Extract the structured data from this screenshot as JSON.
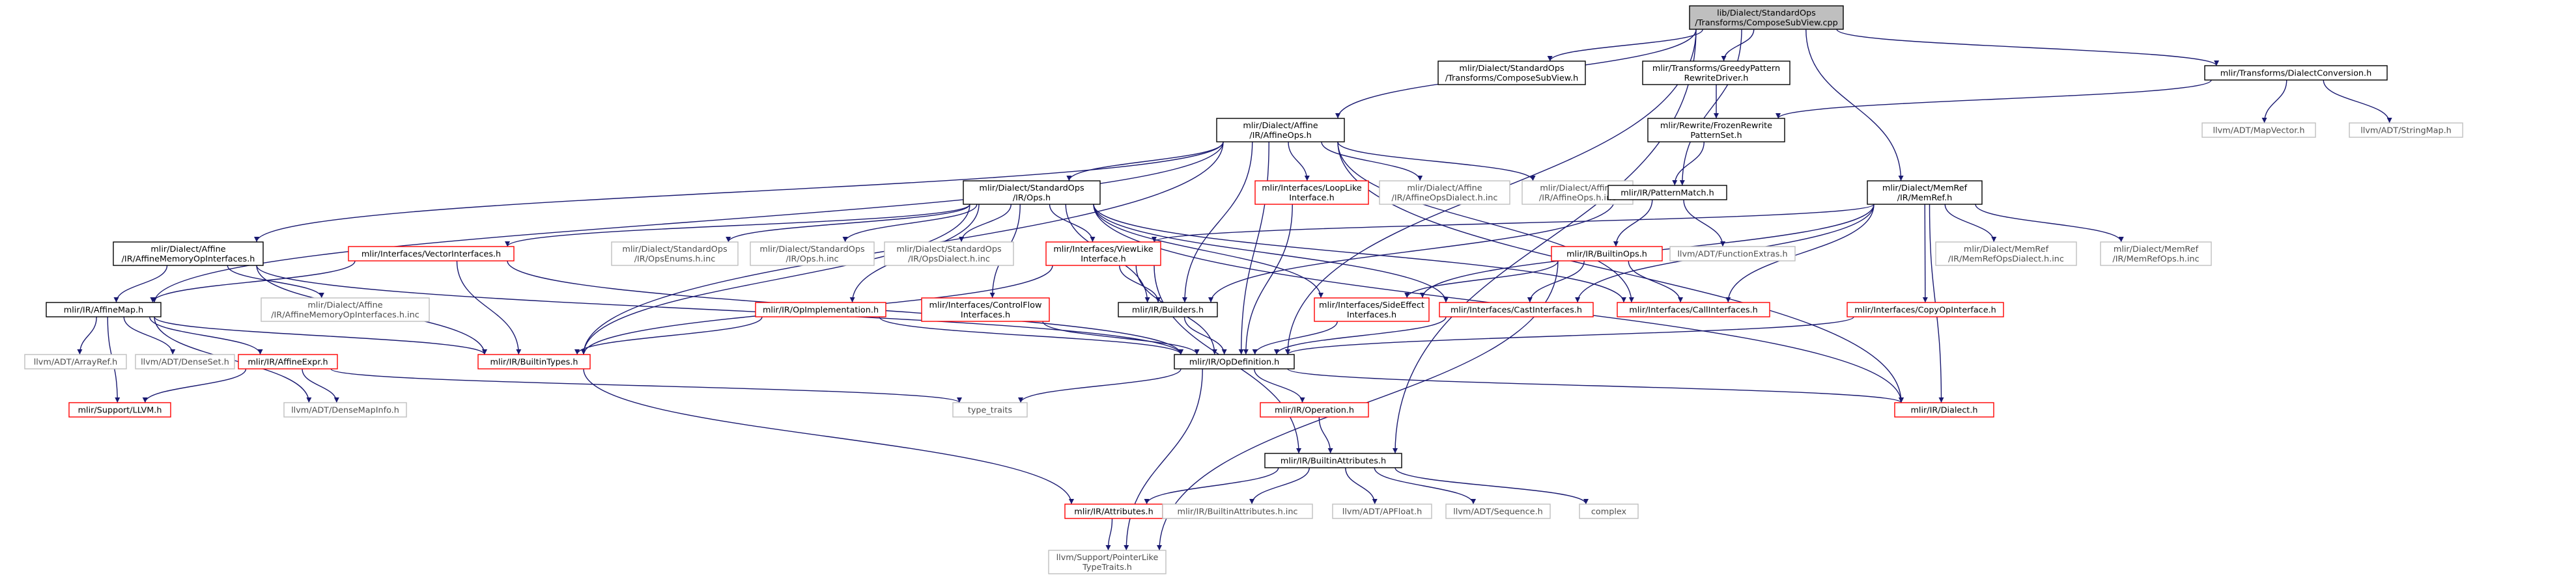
{
  "colors": {
    "edge": "#191970",
    "root_fill": "#bfbfbf",
    "documented": "#000000",
    "truncated": "#ff0000",
    "external": "#bfbfbf",
    "external_text": "#4d4d4d"
  },
  "nodes": [
    {
      "id": "root",
      "lines": [
        "lib/Dialect/StandardOps",
        "/Transforms/ComposeSubView.cpp"
      ],
      "kind": "root"
    },
    {
      "id": "compose_h",
      "lines": [
        "mlir/Dialect/StandardOps",
        "/Transforms/ComposeSubView.h"
      ],
      "kind": "doc"
    },
    {
      "id": "greedy",
      "lines": [
        "mlir/Transforms/GreedyPattern",
        "RewriteDriver.h"
      ],
      "kind": "doc"
    },
    {
      "id": "dialconv",
      "lines": [
        "mlir/Transforms/DialectConversion.h"
      ],
      "kind": "doc"
    },
    {
      "id": "mapvector",
      "lines": [
        "llvm/ADT/MapVector.h"
      ],
      "kind": "ext"
    },
    {
      "id": "stringmap",
      "lines": [
        "llvm/ADT/StringMap.h"
      ],
      "kind": "ext"
    },
    {
      "id": "frozen",
      "lines": [
        "mlir/Rewrite/FrozenRewrite",
        "PatternSet.h"
      ],
      "kind": "doc"
    },
    {
      "id": "affineops",
      "lines": [
        "mlir/Dialect/Affine",
        "/IR/AffineOps.h"
      ],
      "kind": "doc"
    },
    {
      "id": "memref",
      "lines": [
        "mlir/Dialect/MemRef",
        "/IR/MemRef.h"
      ],
      "kind": "doc"
    },
    {
      "id": "stdops",
      "lines": [
        "mlir/Dialect/StandardOps",
        "/IR/Ops.h"
      ],
      "kind": "doc"
    },
    {
      "id": "looplike",
      "lines": [
        "mlir/Interfaces/LoopLike",
        "Interface.h"
      ],
      "kind": "trunc"
    },
    {
      "id": "affdialinc",
      "lines": [
        "mlir/Dialect/Affine",
        "/IR/AffineOpsDialect.h.inc"
      ],
      "kind": "ext"
    },
    {
      "id": "affopsinc",
      "lines": [
        "mlir/Dialect/Affine",
        "/IR/AffineOps.h.inc"
      ],
      "kind": "ext"
    },
    {
      "id": "patmatch",
      "lines": [
        "mlir/IR/PatternMatch.h"
      ],
      "kind": "doc"
    },
    {
      "id": "affmemif",
      "lines": [
        "mlir/Dialect/Affine",
        "/IR/AffineMemoryOpInterfaces.h"
      ],
      "kind": "doc"
    },
    {
      "id": "vecif",
      "lines": [
        "mlir/Interfaces/VectorInterfaces.h"
      ],
      "kind": "trunc"
    },
    {
      "id": "opsenums",
      "lines": [
        "mlir/Dialect/StandardOps",
        "/IR/OpsEnums.h.inc"
      ],
      "kind": "ext"
    },
    {
      "id": "opsinc",
      "lines": [
        "mlir/Dialect/StandardOps",
        "/IR/Ops.h.inc"
      ],
      "kind": "ext"
    },
    {
      "id": "opsdialinc",
      "lines": [
        "mlir/Dialect/StandardOps",
        "/IR/OpsDialect.h.inc"
      ],
      "kind": "ext"
    },
    {
      "id": "viewlike",
      "lines": [
        "mlir/Interfaces/ViewLike",
        "Interface.h"
      ],
      "kind": "trunc"
    },
    {
      "id": "funcextras",
      "lines": [
        "llvm/ADT/FunctionExtras.h"
      ],
      "kind": "ext"
    },
    {
      "id": "builtinops",
      "lines": [
        "mlir/IR/BuiltinOps.h"
      ],
      "kind": "trunc"
    },
    {
      "id": "memrefdialinc",
      "lines": [
        "mlir/Dialect/MemRef",
        "/IR/MemRefOpsDialect.h.inc"
      ],
      "kind": "ext"
    },
    {
      "id": "memrefopsinc",
      "lines": [
        "mlir/Dialect/MemRef",
        "/IR/MemRefOps.h.inc"
      ],
      "kind": "ext"
    },
    {
      "id": "affmemifinc",
      "lines": [
        "mlir/Dialect/Affine",
        "/IR/AffineMemoryOpInterfaces.h.inc"
      ],
      "kind": "ext"
    },
    {
      "id": "affinemap",
      "lines": [
        "mlir/IR/AffineMap.h"
      ],
      "kind": "doc"
    },
    {
      "id": "opimpl",
      "lines": [
        "mlir/IR/OpImplementation.h"
      ],
      "kind": "trunc"
    },
    {
      "id": "ctrlflow",
      "lines": [
        "mlir/Interfaces/ControlFlow",
        "Interfaces.h"
      ],
      "kind": "trunc"
    },
    {
      "id": "builders",
      "lines": [
        "mlir/IR/Builders.h"
      ],
      "kind": "doc"
    },
    {
      "id": "sideeffect",
      "lines": [
        "mlir/Interfaces/SideEffect",
        "Interfaces.h"
      ],
      "kind": "trunc"
    },
    {
      "id": "castif",
      "lines": [
        "mlir/Interfaces/CastInterfaces.h"
      ],
      "kind": "trunc"
    },
    {
      "id": "callif",
      "lines": [
        "mlir/Interfaces/CallInterfaces.h"
      ],
      "kind": "trunc"
    },
    {
      "id": "copyif",
      "lines": [
        "mlir/Interfaces/CopyOpInterface.h"
      ],
      "kind": "trunc"
    },
    {
      "id": "arrayref",
      "lines": [
        "llvm/ADT/ArrayRef.h"
      ],
      "kind": "ext"
    },
    {
      "id": "denseset",
      "lines": [
        "llvm/ADT/DenseSet.h"
      ],
      "kind": "ext"
    },
    {
      "id": "affexpr",
      "lines": [
        "mlir/IR/AffineExpr.h"
      ],
      "kind": "trunc"
    },
    {
      "id": "builtintypes",
      "lines": [
        "mlir/IR/BuiltinTypes.h"
      ],
      "kind": "trunc"
    },
    {
      "id": "opdef",
      "lines": [
        "mlir/IR/OpDefinition.h"
      ],
      "kind": "doc"
    },
    {
      "id": "dialect",
      "lines": [
        "mlir/IR/Dialect.h"
      ],
      "kind": "trunc"
    },
    {
      "id": "llvmh",
      "lines": [
        "mlir/Support/LLVM.h"
      ],
      "kind": "trunc"
    },
    {
      "id": "densemapinfo",
      "lines": [
        "llvm/ADT/DenseMapInfo.h"
      ],
      "kind": "ext"
    },
    {
      "id": "typetraits",
      "lines": [
        "type_traits"
      ],
      "kind": "ext"
    },
    {
      "id": "operation",
      "lines": [
        "mlir/IR/Operation.h"
      ],
      "kind": "trunc"
    },
    {
      "id": "builtinattrs",
      "lines": [
        "mlir/IR/BuiltinAttributes.h"
      ],
      "kind": "doc"
    },
    {
      "id": "attributes",
      "lines": [
        "mlir/IR/Attributes.h"
      ],
      "kind": "trunc"
    },
    {
      "id": "builtinattrsinc",
      "lines": [
        "mlir/IR/BuiltinAttributes.h.inc"
      ],
      "kind": "ext"
    },
    {
      "id": "apfloat",
      "lines": [
        "llvm/ADT/APFloat.h"
      ],
      "kind": "ext"
    },
    {
      "id": "sequence",
      "lines": [
        "llvm/ADT/Sequence.h"
      ],
      "kind": "ext"
    },
    {
      "id": "complex",
      "lines": [
        "complex"
      ],
      "kind": "ext"
    },
    {
      "id": "ptrlike",
      "lines": [
        "llvm/Support/PointerLike",
        "TypeTraits.h"
      ],
      "kind": "ext"
    }
  ],
  "edges": [
    [
      "root",
      "compose_h"
    ],
    [
      "root",
      "greedy"
    ],
    [
      "root",
      "dialconv"
    ],
    [
      "root",
      "affineops"
    ],
    [
      "root",
      "memref"
    ],
    [
      "root",
      "patmatch"
    ],
    [
      "root",
      "opdef"
    ],
    [
      "root",
      "builtinattrs"
    ],
    [
      "greedy",
      "frozen"
    ],
    [
      "dialconv",
      "frozen"
    ],
    [
      "dialconv",
      "mapvector"
    ],
    [
      "dialconv",
      "stringmap"
    ],
    [
      "frozen",
      "patmatch"
    ],
    [
      "affineops",
      "stdops"
    ],
    [
      "affineops",
      "looplike"
    ],
    [
      "affineops",
      "affdialinc"
    ],
    [
      "affineops",
      "affopsinc"
    ],
    [
      "affineops",
      "affmemif"
    ],
    [
      "affineops",
      "affinemap"
    ],
    [
      "affineops",
      "builders"
    ],
    [
      "affineops",
      "opdef"
    ],
    [
      "affineops",
      "builtintypes"
    ],
    [
      "affineops",
      "dialect"
    ],
    [
      "affineops",
      "callif"
    ],
    [
      "stdops",
      "vecif"
    ],
    [
      "stdops",
      "opsenums"
    ],
    [
      "stdops",
      "opsinc"
    ],
    [
      "stdops",
      "opsdialinc"
    ],
    [
      "stdops",
      "viewlike"
    ],
    [
      "stdops",
      "ctrlflow"
    ],
    [
      "stdops",
      "builders"
    ],
    [
      "stdops",
      "sideeffect"
    ],
    [
      "stdops",
      "castif"
    ],
    [
      "stdops",
      "callif"
    ],
    [
      "stdops",
      "opimpl"
    ],
    [
      "stdops",
      "builtintypes"
    ],
    [
      "stdops",
      "dialect"
    ],
    [
      "memref",
      "memrefdialinc"
    ],
    [
      "memref",
      "memrefopsinc"
    ],
    [
      "memref",
      "copyif"
    ],
    [
      "memref",
      "viewlike"
    ],
    [
      "memref",
      "sideeffect"
    ],
    [
      "memref",
      "castif"
    ],
    [
      "memref",
      "callif"
    ],
    [
      "memref",
      "dialect"
    ],
    [
      "patmatch",
      "builtinops"
    ],
    [
      "patmatch",
      "funcextras"
    ],
    [
      "patmatch",
      "builders"
    ],
    [
      "builtinops",
      "sideeffect"
    ],
    [
      "builtinops",
      "castif"
    ],
    [
      "builtinops",
      "callif"
    ],
    [
      "builtinops",
      "ptrlike"
    ],
    [
      "affmemif",
      "affinemap"
    ],
    [
      "affmemif",
      "affmemifinc"
    ],
    [
      "affmemif",
      "opdef"
    ],
    [
      "affmemif",
      "builtintypes"
    ],
    [
      "vecif",
      "affinemap"
    ],
    [
      "vecif",
      "builtintypes"
    ],
    [
      "vecif",
      "opdef"
    ],
    [
      "viewlike",
      "builders"
    ],
    [
      "viewlike",
      "opdef"
    ],
    [
      "viewlike",
      "builtintypes"
    ],
    [
      "viewlike",
      "builtinattrs"
    ],
    [
      "opimpl",
      "builtintypes"
    ],
    [
      "opimpl",
      "opdef"
    ],
    [
      "ctrlflow",
      "opdef"
    ],
    [
      "builders",
      "opdef"
    ],
    [
      "sideeffect",
      "opdef"
    ],
    [
      "castif",
      "opdef"
    ],
    [
      "copyif",
      "opdef"
    ],
    [
      "looplike",
      "opdef"
    ],
    [
      "affinemap",
      "arrayref"
    ],
    [
      "affinemap",
      "denseset"
    ],
    [
      "affinemap",
      "affexpr"
    ],
    [
      "affinemap",
      "builtintypes"
    ],
    [
      "affinemap",
      "llvmh"
    ],
    [
      "affinemap",
      "densemapinfo"
    ],
    [
      "affexpr",
      "llvmh"
    ],
    [
      "affexpr",
      "densemapinfo"
    ],
    [
      "affexpr",
      "typetraits"
    ],
    [
      "builtintypes",
      "attributes"
    ],
    [
      "opdef",
      "typetraits"
    ],
    [
      "opdef",
      "operation"
    ],
    [
      "opdef",
      "dialect"
    ],
    [
      "opdef",
      "ptrlike"
    ],
    [
      "operation",
      "builtinattrs"
    ],
    [
      "builtinattrs",
      "attributes"
    ],
    [
      "builtinattrs",
      "builtinattrsinc"
    ],
    [
      "builtinattrs",
      "apfloat"
    ],
    [
      "builtinattrs",
      "sequence"
    ],
    [
      "builtinattrs",
      "complex"
    ],
    [
      "attributes",
      "ptrlike"
    ]
  ]
}
